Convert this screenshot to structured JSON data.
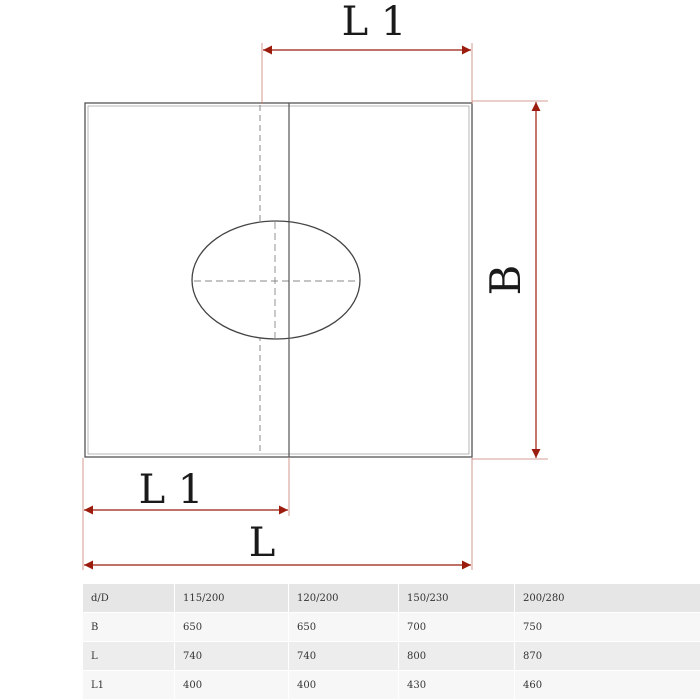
{
  "dimensions": {
    "l1_top": "L 1",
    "b_side": "B",
    "l1_bottom": "L 1",
    "l_total": "L"
  },
  "colors": {
    "arrow": "#9b1c0c",
    "outline": "#555555",
    "extension": "#c87d74"
  },
  "table": {
    "headers": [
      "d/D",
      "115/200",
      "120/200",
      "150/230",
      "200/280"
    ],
    "rows": [
      [
        "B",
        "650",
        "650",
        "700",
        "750"
      ],
      [
        "L",
        "740",
        "740",
        "800",
        "870"
      ],
      [
        "L1",
        "400",
        "400",
        "430",
        "460"
      ]
    ]
  }
}
